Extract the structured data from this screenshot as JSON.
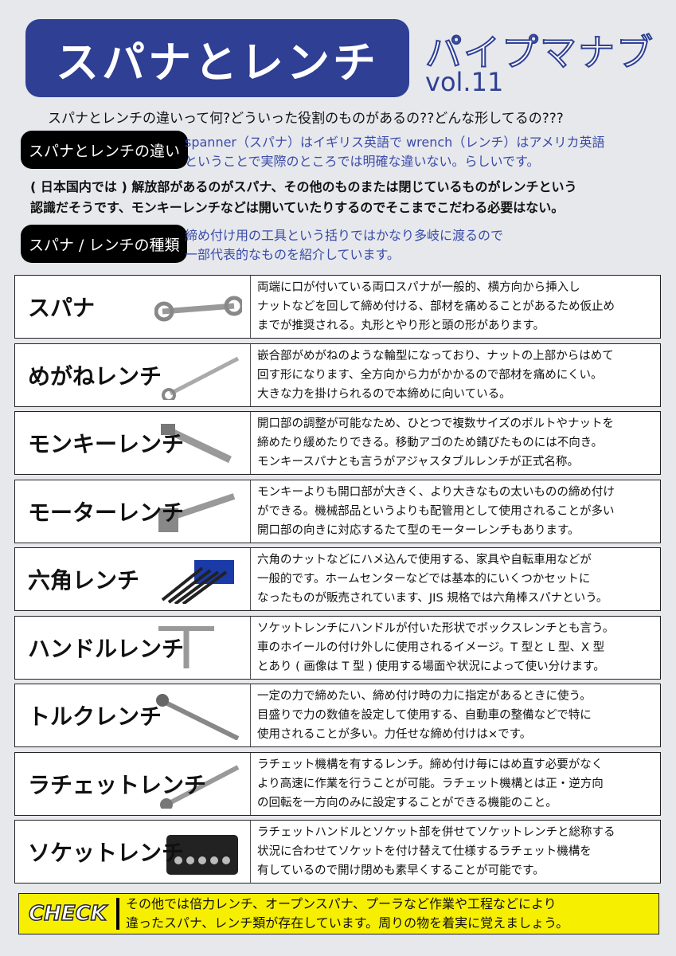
{
  "header": {
    "title": "スパナとレンチ",
    "series": "パイプマナブ",
    "volume": "vol.11"
  },
  "intro": "スパナとレンチの違いって何?どういった役割のものがあるの??どんな形してるの???",
  "difference": {
    "label": "スパナとレンチの違い",
    "lines": [
      "spanner（スパナ）はイギリス英語で wrench（レンチ）はアメリカ英語",
      "ということで実際のところでは明確な違いない。らしいです。"
    ]
  },
  "note": [
    "( 日本国内では ) 解放部があるのがスパナ、その他のものまたは閉じているものがレンチという",
    "認識だそうです、モンキーレンチなどは開いていたりするのでそこまでこだわる必要はない。"
  ],
  "types": {
    "label": "スパナ / レンチの種類",
    "lines": [
      "締め付け用の工具という括りではかなり多岐に渡るので",
      "一部代表的なものを紹介しています。"
    ]
  },
  "tools": [
    {
      "name": "スパナ",
      "icon": "spanner-icon",
      "lines": [
        "両端に口が付いている両口スパナが一般的、横方向から挿入し",
        "ナットなどを回して締め付ける、部材を痛めることがあるため仮止め",
        "までが推奨される。丸形とやり形と頭の形があります。"
      ]
    },
    {
      "name": "めがねレンチ",
      "icon": "box-wrench-icon",
      "lines": [
        "嵌合部がめがねのような輪型になっており、ナットの上部からはめて",
        "回す形になります、全方向から力がかかるので部材を痛めにくい。",
        "大きな力を掛けられるので本締めに向いている。"
      ]
    },
    {
      "name": "モンキーレンチ",
      "icon": "adjustable-wrench-icon",
      "lines": [
        "開口部の調整が可能なため、ひとつで複数サイズのボルトやナットを",
        "締めたり緩めたりできる。移動アゴのため錆びたものには不向き。",
        "モンキースパナとも言うがアジャスタブルレンチが正式名称。"
      ]
    },
    {
      "name": "モーターレンチ",
      "icon": "motor-wrench-icon",
      "lines": [
        "モンキーよりも開口部が大きく、より大きなもの太いものの締め付け",
        "ができる。機械部品というよりも配管用として使用されることが多い",
        "開口部の向きに対応するたて型のモーターレンチもあります。"
      ]
    },
    {
      "name": "六角レンチ",
      "icon": "hex-key-set-icon",
      "lines": [
        "六角のナットなどにハメ込んで使用する、家具や自転車用などが",
        "一般的です。ホームセンターなどでは基本的にいくつかセットに",
        "なったものが販売されています、JIS 規格では六角棒スパナという。"
      ]
    },
    {
      "name": "ハンドルレンチ",
      "icon": "t-handle-wrench-icon",
      "lines": [
        "ソケットレンチにハンドルが付いた形状でボックスレンチとも言う。",
        "車のホイールの付け外しに使用されるイメージ。T 型と L 型、X 型",
        "とあり ( 画像は T 型 ) 使用する場面や状況によって使い分けます。"
      ]
    },
    {
      "name": "トルクレンチ",
      "icon": "torque-wrench-icon",
      "lines": [
        "一定の力で締めたい、締め付け時の力に指定があるときに使う。",
        "目盛りで力の数値を設定して使用する、自動車の整備などで特に",
        "使用されることが多い。力任せな締め付けは×です。"
      ]
    },
    {
      "name": "ラチェットレンチ",
      "icon": "ratchet-wrench-icon",
      "lines": [
        "ラチェット機構を有するレンチ。締め付け毎にはめ直す必要がなく",
        "より高速に作業を行うことが可能。ラチェット機構とは正・逆方向",
        "の回転を一方向のみに設定することができる機能のこと。"
      ]
    },
    {
      "name": "ソケットレンチ",
      "icon": "socket-set-icon",
      "lines": [
        "ラチェットハンドルとソケット部を併せてソケットレンチと総称する",
        "状況に合わせてソケットを付け替えて仕様するラチェット機構を",
        "有しているので開け閉めも素早くすることが可能です。"
      ]
    }
  ],
  "check": {
    "label": "CHECK",
    "lines": [
      "その他では倍力レンチ、オープンスパナ、プーラなど作業や工程などにより",
      "違ったスパナ、レンチ類が存在しています。周りの物を着実に覚えましょう。"
    ]
  }
}
